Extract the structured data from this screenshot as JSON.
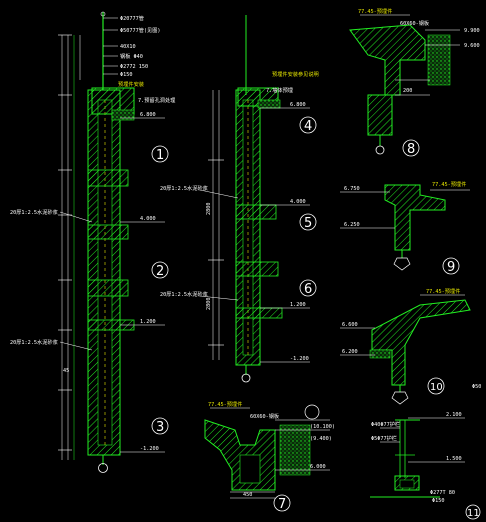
{
  "colors": {
    "background": "#000000",
    "wall": "#22ee22",
    "text": "#ffffff",
    "note": "#e8e800",
    "hatch": "#22ee22"
  },
  "col1": {
    "top_labels": [
      "Φ20777管",
      "Φ50777管(见图)",
      "40X10",
      "钢板 Φ40",
      "Φ2772 150",
      "Φ150"
    ],
    "note_1": "预埋件安装",
    "note_2": "7.预留孔洞处理",
    "elev_1": "6.800",
    "elev_2": "4.000",
    "elev_3": "1.200",
    "elev_4": "-1.200",
    "side_note_1": "20厚1:2.5水泥砂浆",
    "side_note_2": "20厚1:2.5水泥砂浆",
    "dim_v": "45",
    "circles": [
      "1",
      "2",
      "3"
    ]
  },
  "col2": {
    "note_top": "预埋件安装参见说明",
    "note_2": "7.墙体预埋",
    "elev_1": "6.800",
    "elev_2": "4.000",
    "elev_3": "1.200",
    "elev_4": "-1.200",
    "side_note_1": "20厚1:2.5水泥砂浆",
    "side_note_2": "20厚1:2.5水泥砂浆",
    "dim_v1": "2800",
    "dim_v2": "2800",
    "circles": [
      "4",
      "5",
      "6"
    ]
  },
  "detail8": {
    "label": "77.45-预埋件",
    "sub": "60X60-钢板",
    "elev_1": "9.900",
    "elev_2": "9.600",
    "dim": "200",
    "circle": "8"
  },
  "detail9": {
    "label": "77.45-预埋件",
    "elev_1": "6.750",
    "elev_2": "6.250",
    "circle": "9"
  },
  "detail10": {
    "label": "77.45-预埋件",
    "elev_1": "6.600",
    "elev_2": "6.200",
    "circle": "10"
  },
  "detail7": {
    "label": "77.45-预埋件",
    "sub": "60X60-钢板",
    "elev_1": "(10.100)",
    "elev_2": "(9.400)",
    "elev_3": "6.000",
    "dim": "450",
    "circle": "7"
  },
  "detail11": {
    "label_1": "Φ40Φ77护栏",
    "label_2": "Φ5Φ77护栏",
    "elev_1": "2.100",
    "elev_2": "1.500",
    "bottom": "Φ277T 80",
    "bottom_2": "Φ150",
    "circle": "11",
    "side": "Φ50"
  }
}
